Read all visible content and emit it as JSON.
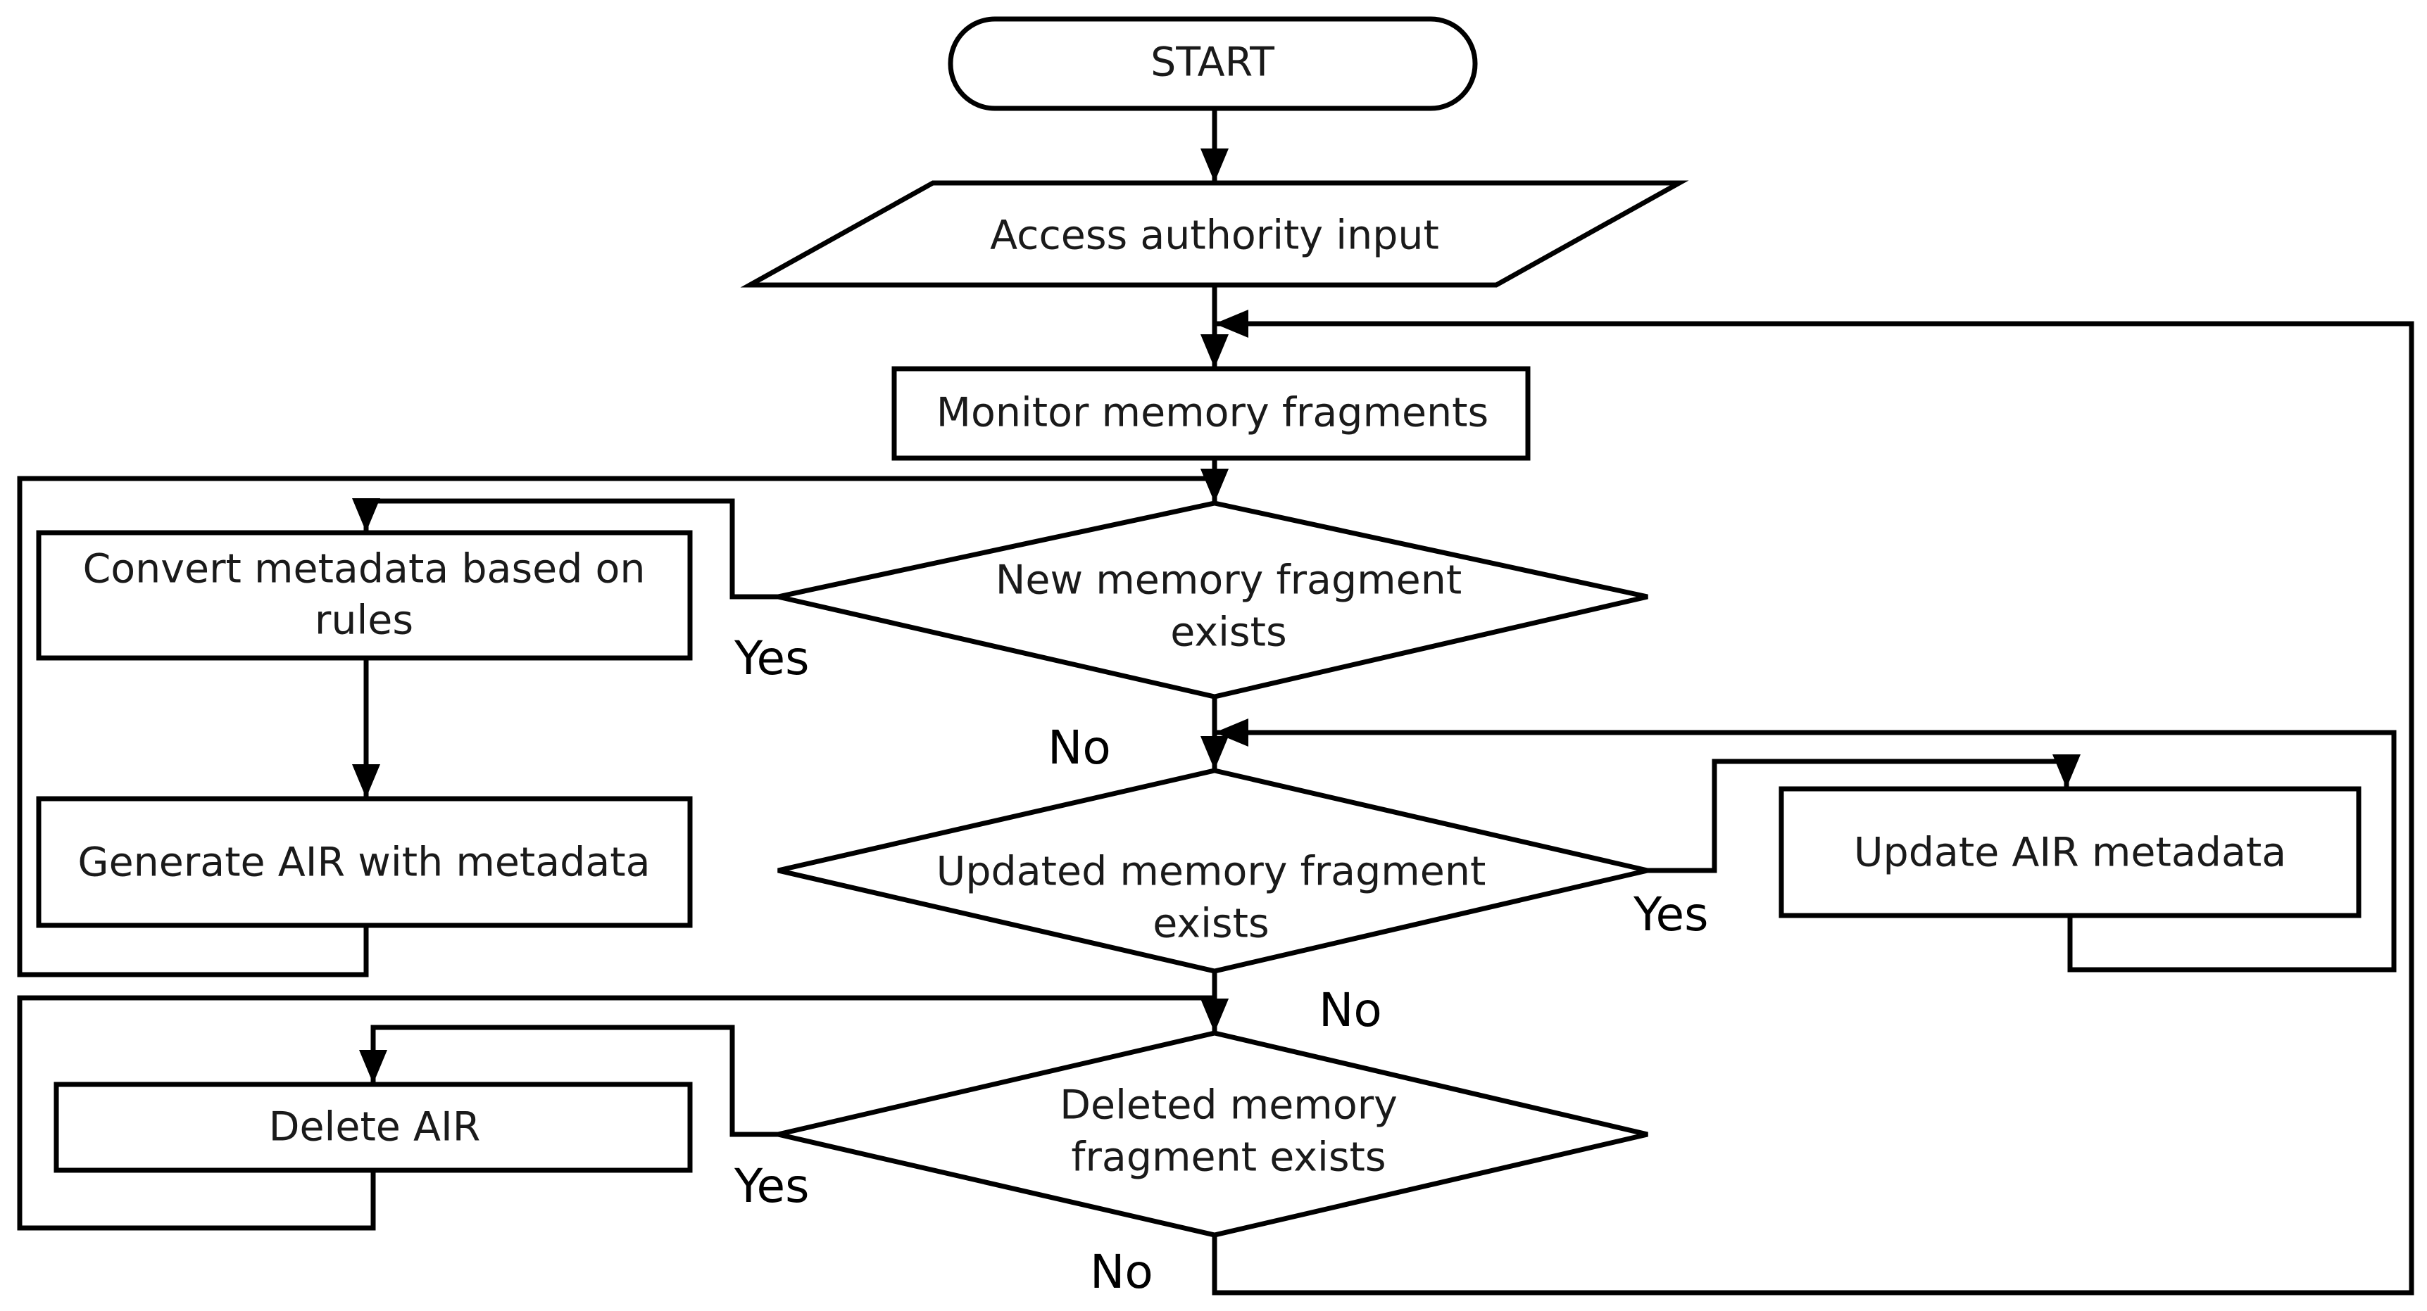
{
  "nodes": {
    "start": "START",
    "access_input": "Access authority input",
    "monitor": "Monitor memory fragments",
    "new_decision": [
      "New memory fragment",
      "exists"
    ],
    "convert": [
      "Convert metadata based on",
      "rules"
    ],
    "generate": "Generate AIR with metadata",
    "updated_decision": [
      "Updated memory fragment",
      "exists"
    ],
    "update_air": "Update AIR metadata",
    "deleted_decision": [
      "Deleted memory",
      "fragment exists"
    ],
    "delete_air": "Delete AIR"
  },
  "labels": {
    "yes": "Yes",
    "no": "No"
  }
}
